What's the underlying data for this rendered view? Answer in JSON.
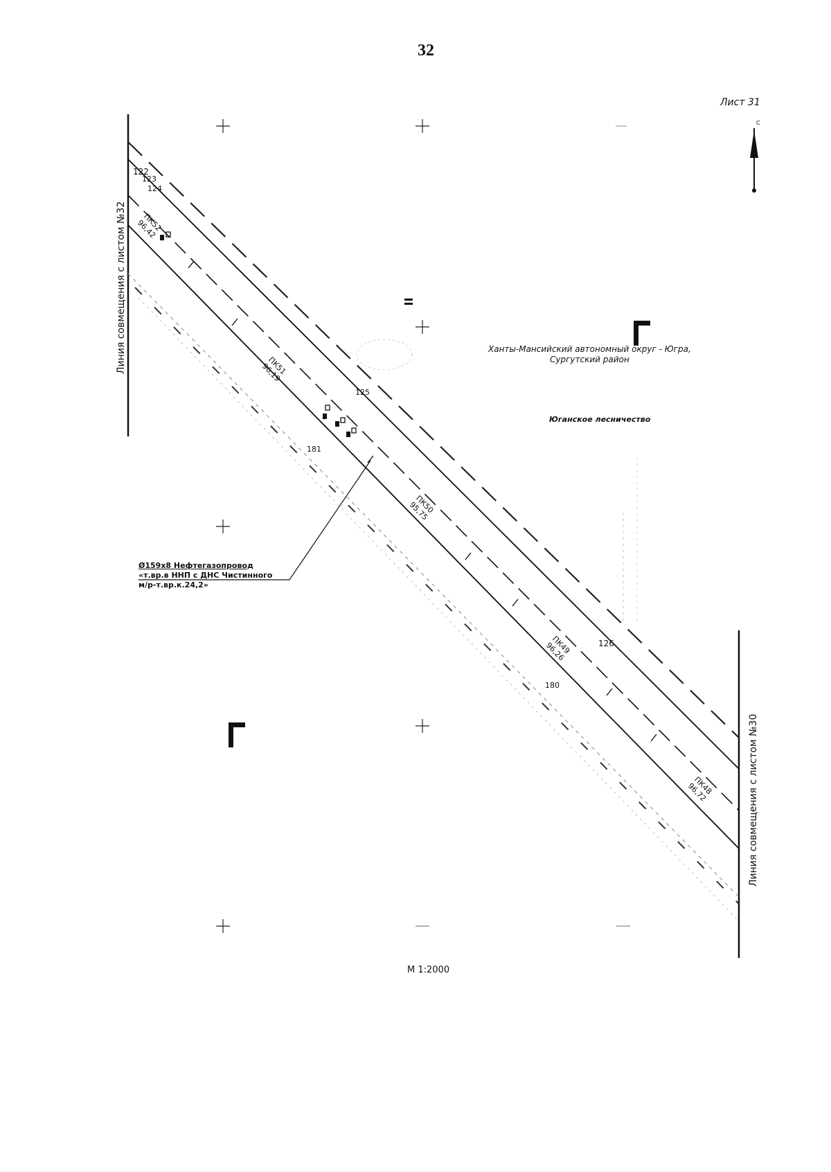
{
  "page_number": "32",
  "sheet_label": "Лист 31",
  "match_line_left": "Линия совмещения с листом №32",
  "match_line_right": "Линия совмещения с листом №30",
  "region": {
    "line1": "Ханты-Мансийский автономный округ - Югра,",
    "line2": "Сургутский район"
  },
  "forestry": "Юганское лесничество",
  "pipeline_callout": {
    "line1": "Ø159х8 Нефтегазопровод",
    "line2": "«т.вр.в ННП с ДНС Чистинного",
    "line3": "м/р-т.вр.к.24,2»"
  },
  "scale": "М 1:2000",
  "pickets": [
    {
      "top": "ПК52",
      "bottom": "96,42"
    },
    {
      "top": "ПК51",
      "bottom": "96,19"
    },
    {
      "top": "ПК50",
      "bottom": "95,75"
    },
    {
      "top": "ПК49",
      "bottom": "96,26"
    },
    {
      "top": "ПК48",
      "bottom": "96,72"
    }
  ],
  "marks": {
    "m122": "122",
    "m123": "123",
    "m124": "124",
    "m125": "125",
    "m126": "126",
    "m180": "180",
    "m181": "181"
  },
  "north_arrow": "C"
}
